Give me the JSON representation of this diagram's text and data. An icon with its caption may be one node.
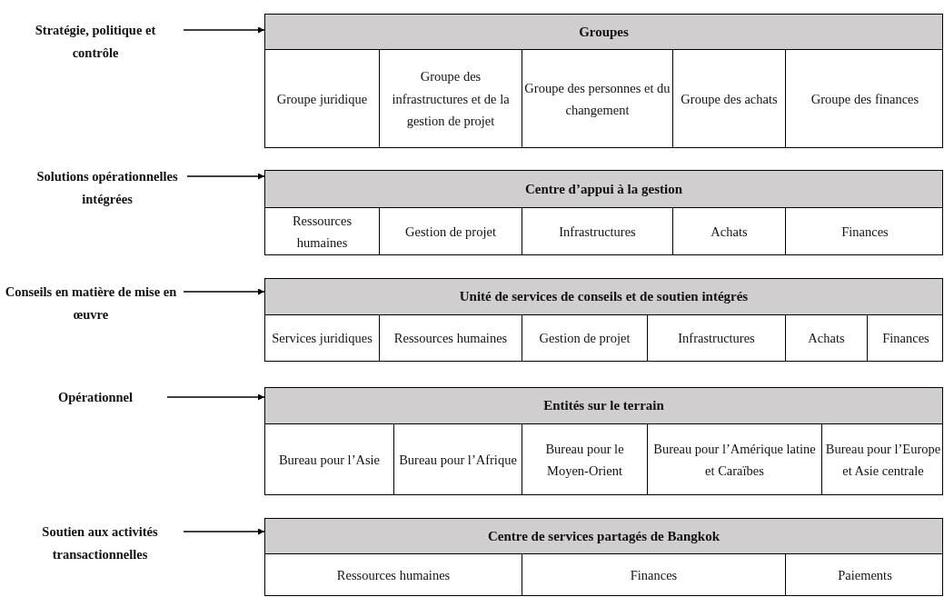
{
  "diagram": {
    "nodes": [
      {
        "text": [
          "Stratégie, politique et contrôle"
        ]
      },
      {
        "text": [
          "Groupes"
        ]
      },
      {
        "text": [
          "Groupe juridique"
        ],
        "in": 1
      },
      {
        "text": [
          "Groupe des infrastructures et de la gestion de projet"
        ],
        "in": 1
      },
      {
        "text": [
          "Groupe des personnes et du changement"
        ],
        "in": 1
      },
      {
        "text": [
          "Groupe des achats"
        ],
        "in": 1
      },
      {
        "text": [
          "Groupe des finances"
        ],
        "in": 1
      },
      {
        "text": [
          "Solutions opérationnelles intégrées"
        ]
      },
      {
        "text": [
          "Centre d’appui à la gestion"
        ]
      },
      {
        "text": [
          "Ressources humaines"
        ],
        "in": 8
      },
      {
        "text": [
          "Gestion de projet"
        ],
        "in": 8
      },
      {
        "text": [
          "Infrastructures"
        ],
        "in": 8
      },
      {
        "text": [
          "Achats"
        ],
        "in": 8
      },
      {
        "text": [
          "Finances"
        ],
        "in": 8
      },
      {
        "text": [
          "Conseils en matière de mise en œuvre"
        ]
      },
      {
        "text": [
          "Unité de services de conseils et de soutien intégrés"
        ]
      },
      {
        "text": [
          "Services juridiques"
        ],
        "in": 15
      },
      {
        "text": [
          "Ressources humaines"
        ],
        "in": 15
      },
      {
        "text": [
          "Gestion de projet"
        ],
        "in": 15
      },
      {
        "text": [
          "Infrastructures"
        ],
        "in": 15
      },
      {
        "text": [
          "Achats"
        ],
        "in": 15
      },
      {
        "text": [
          "Finances"
        ],
        "in": 15
      },
      {
        "text": [
          "Opérationnel"
        ]
      },
      {
        "text": [
          "Entités sur le terrain"
        ]
      },
      {
        "text": [
          "Bureau pour l’Asie"
        ],
        "in": 23
      },
      {
        "text": [
          "Bureau pour l’Afrique"
        ],
        "in": 23
      },
      {
        "text": [
          "Bureau pour le Moyen-Orient"
        ],
        "in": 23
      },
      {
        "text": [
          "Bureau pour l’Amérique latine et Caraïbes"
        ],
        "in": 23
      },
      {
        "text": [
          "Bureau pour l’Europe et Asie centrale"
        ],
        "in": 23
      },
      {
        "text": [
          "Soutien aux activités transactionnelles"
        ]
      },
      {
        "text": [
          "Centre de services partagés de Bangkok"
        ]
      },
      {
        "text": [
          "Ressources humaines"
        ],
        "in": 30
      },
      {
        "text": [
          "Finances"
        ],
        "in": 30
      },
      {
        "text": [
          "Paiements"
        ],
        "in": 30
      }
    ],
    "edges": [
      {
        "from": 0,
        "to": 1,
        "arrow": "to"
      },
      {
        "from": 7,
        "to": 8,
        "arrow": "to"
      },
      {
        "from": 14,
        "to": 15,
        "arrow": "to"
      },
      {
        "from": 22,
        "to": 23,
        "arrow": "to"
      },
      {
        "from": 29,
        "to": 30,
        "arrow": "to"
      }
    ]
  }
}
